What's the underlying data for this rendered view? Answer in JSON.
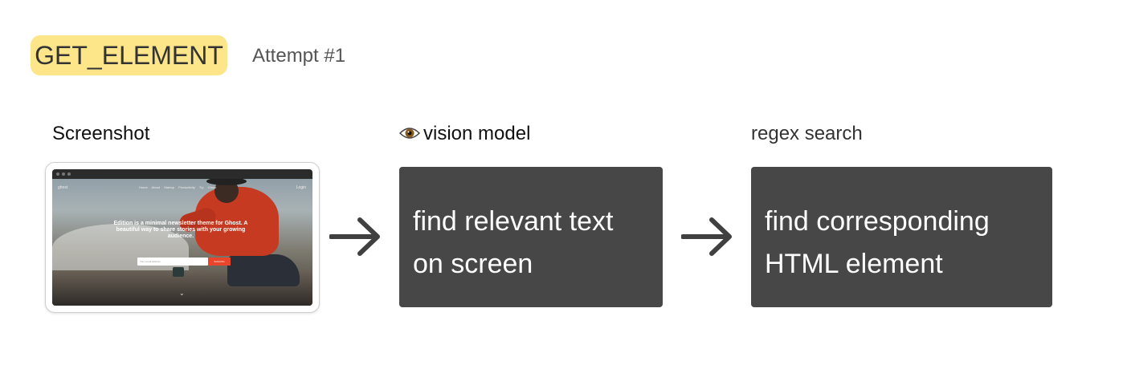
{
  "header": {
    "badge": "GET_ELEMENT",
    "attempt": "Attempt #1"
  },
  "steps": [
    {
      "label": "Screenshot"
    },
    {
      "label": "vision model",
      "icon": "eye-icon",
      "lines": [
        "find relevant text",
        "on screen"
      ]
    },
    {
      "label": "regex search",
      "lines": [
        "find corresponding",
        "HTML element"
      ]
    }
  ],
  "screenshot": {
    "logo": "ghost",
    "nav_links": "Home About Startup Productivity Try Ghost",
    "nav_right": "Login",
    "headline": "Edition is a minimal newsletter theme for Ghost. A beautiful way to share stories with your growing audience.",
    "email_placeholder": "Your email address",
    "subscribe_label": "Subscribe"
  },
  "colors": {
    "badge": "#fde68a",
    "box": "#474747",
    "arrow": "#404040"
  }
}
